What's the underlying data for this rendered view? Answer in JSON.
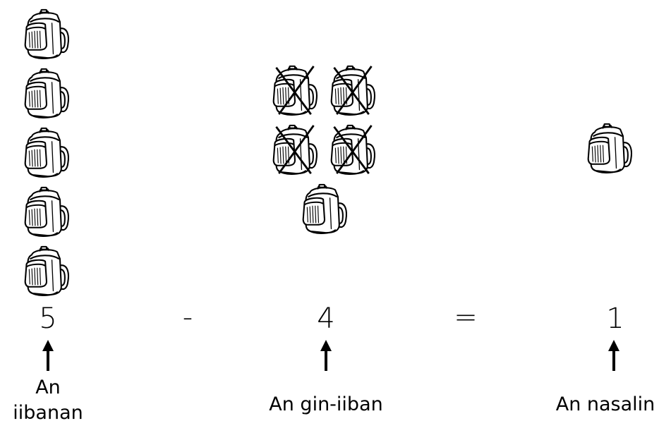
{
  "equation": {
    "minuend": "5",
    "minus": "-",
    "subtrahend": "4",
    "equals": "=",
    "result": "1"
  },
  "labels": {
    "minuend_line1": "An",
    "minuend_line2": "iibanan",
    "subtrahend": "An gin-iiban",
    "result": "An nasalin"
  },
  "groups": {
    "minuend_bag_count": 5,
    "subtrahend_bag_count": 5,
    "subtrahend_crossed_count": 4,
    "result_bag_count": 1
  },
  "icon": "backpack-icon"
}
